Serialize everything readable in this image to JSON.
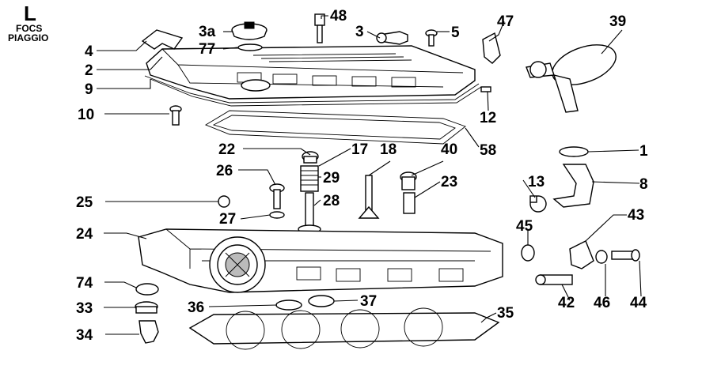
{
  "header": {
    "section_letter": "L",
    "line1": "FOCS",
    "line2": "PIAGGIO"
  },
  "callouts": {
    "c48": "48",
    "c3a": "3a",
    "c3": "3",
    "c5": "5",
    "c47": "47",
    "c39": "39",
    "c4": "4",
    "c77": "77",
    "c2": "2",
    "c9": "9",
    "c12": "12",
    "c10": "10",
    "c58": "58",
    "c1": "1",
    "c22": "22",
    "c17": "17",
    "c18": "18",
    "c40": "40",
    "c26": "26",
    "c29": "29",
    "c23": "23",
    "c13": "13",
    "c8": "8",
    "c25": "25",
    "c28": "28",
    "c27": "27",
    "c43": "43",
    "c45": "45",
    "c24": "24",
    "c74": "74",
    "c42": "42",
    "c46": "46",
    "c44": "44",
    "c33": "33",
    "c36": "36",
    "c37": "37",
    "c35": "35",
    "c34": "34"
  }
}
